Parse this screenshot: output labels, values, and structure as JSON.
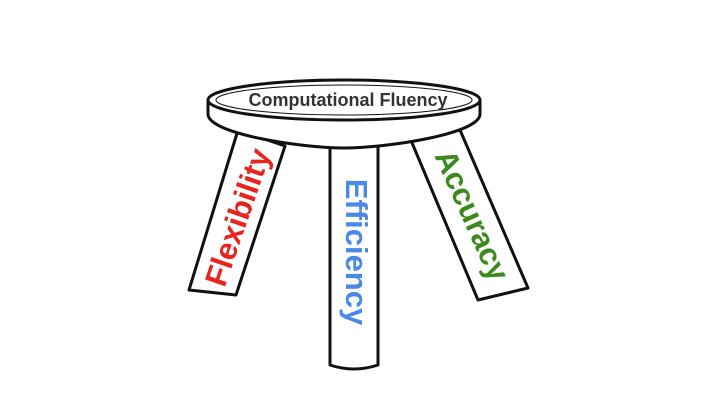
{
  "seat": {
    "title": "Computational Fluency"
  },
  "legs": [
    {
      "id": "flexibility",
      "label": "Flexibility",
      "color": "#e8241f"
    },
    {
      "id": "efficiency",
      "label": "Efficiency",
      "color": "#4a89e8"
    },
    {
      "id": "accuracy",
      "label": "Accuracy",
      "color": "#3a8a1c"
    }
  ],
  "colors": {
    "outline": "#111111",
    "seat_fill": "#ffffff",
    "seat_title": "#333333",
    "background": "#ffffff"
  }
}
